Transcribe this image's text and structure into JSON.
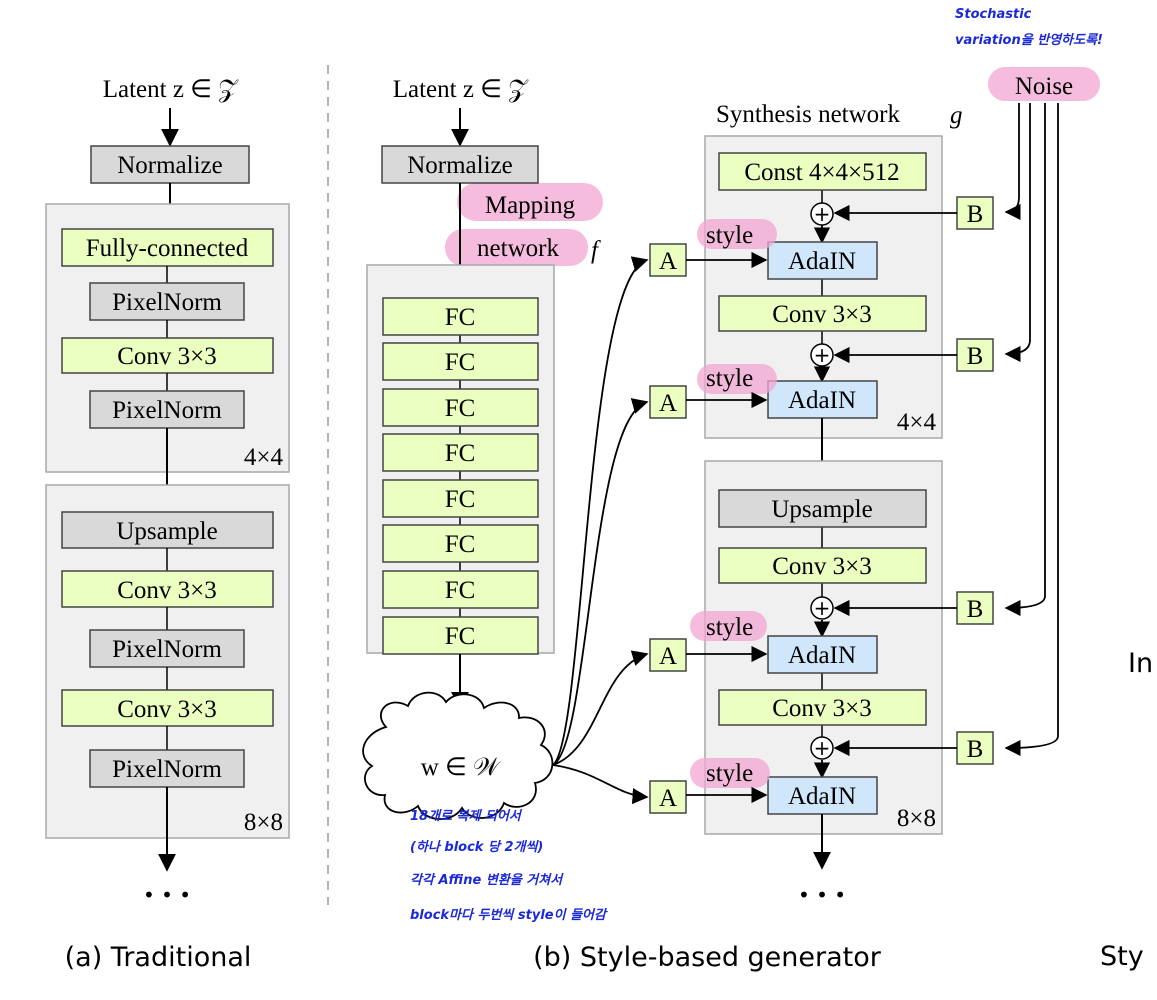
{
  "traditional": {
    "latent_label": "Latent  z ∈ 𝒵",
    "normalize": "Normalize",
    "fully_connected": "Fully-connected",
    "pixelnorm": "PixelNorm",
    "conv": "Conv 3×3",
    "upsample": "Upsample",
    "res_4": "4×4",
    "res_8": "8×8",
    "ellipsis": "• • •",
    "caption": "(a) Traditional"
  },
  "style_based": {
    "latent_label": "Latent  z ∈ 𝒵",
    "normalize": "Normalize",
    "mapping_line1": "Mapping",
    "mapping_line2": "network",
    "mapping_f": "f",
    "fc": "FC",
    "w_label": "w ∈ 𝒲",
    "synthesis_label": "Synthesis network",
    "synthesis_g": "g",
    "noise": "Noise",
    "const": "Const 4×4×512",
    "conv": "Conv 3×3",
    "upsample": "Upsample",
    "adain": "AdaIN",
    "style": "style",
    "a_label": "A",
    "b_label": "B",
    "plus": "+",
    "res_4": "4×4",
    "res_8": "8×8",
    "ellipsis": "• • •",
    "caption": "(b) Style-based generator"
  },
  "annotations": {
    "noise_note_line1": "Stochastic",
    "noise_note_line2": "variation을 반영하도록!",
    "w_note_line1": "18개로 복제 되어서",
    "w_note_line2": "(하나 block 당 2개씩)",
    "w_note_line3": "각각 Affine 변환을 거쳐서",
    "w_note_line4": "block마다 두번씩 style이 들어감"
  },
  "cropped_text": {
    "right_partial_1": "In",
    "right_partial_2": "Sty"
  },
  "colors": {
    "green_box": "#eaffc0",
    "gray_box": "#d9d9d9",
    "blue_box": "#cfe6fb",
    "panel": "#f0f0f0",
    "panel_border": "#a9a9a9",
    "highlight": "#f3a6d3",
    "handwriting": "#1b2ad4"
  }
}
